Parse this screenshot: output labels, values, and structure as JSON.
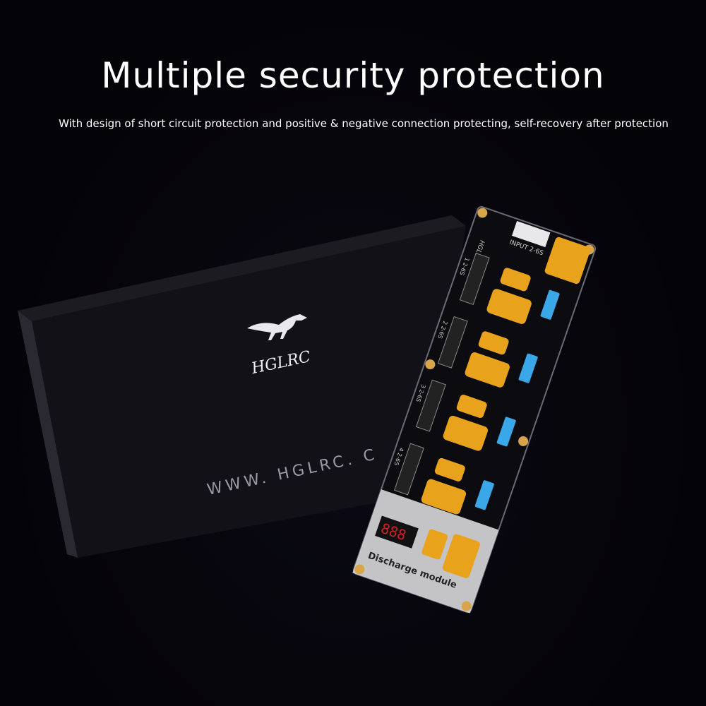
{
  "headline": "Multiple security protection",
  "subheadline": "With design of short circuit protection and positive & negative connection protecting, self-recovery after protection",
  "box": {
    "logo_text": "HGLRC",
    "url_text": "WWW. HGLRC. C"
  },
  "board": {
    "input_label": "INPUT 2-6S",
    "brand": "HGLRC",
    "port_labels": [
      "1 2-6S",
      "2 2-6S",
      "3 2-6S",
      "4 2-6S"
    ],
    "module_label": "Discharge module",
    "display": "888"
  },
  "colors": {
    "background": "#05040a",
    "connector": "#e8a21c",
    "fuse": "#3aa8e8",
    "text": "#ffffff"
  }
}
